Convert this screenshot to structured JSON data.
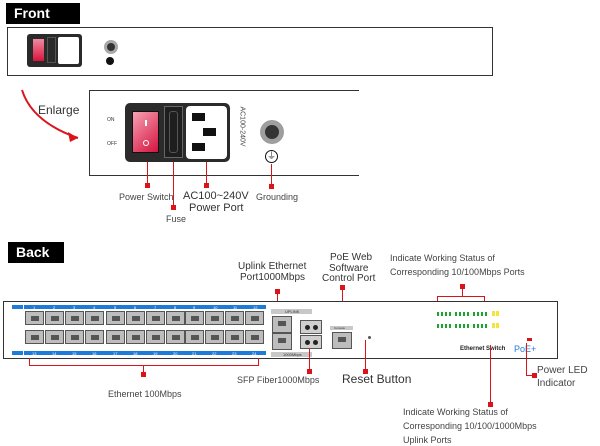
{
  "front": {
    "tag": "Front",
    "enlarge_label": "Enlarge",
    "switch_on": "ON",
    "switch_off": "OFF",
    "power_rating_vertical": "AC100-240V",
    "callouts": {
      "power_switch": "Power Switch",
      "fuse": "Fuse",
      "power_port_line1": "AC100~240V",
      "power_port_line2": "Power Port",
      "grounding": "Grounding"
    }
  },
  "back": {
    "tag": "Back",
    "callouts": {
      "uplink_line1": "Uplink Ethernet",
      "uplink_line2": "Port1000Mbps",
      "poe_web_line1": "PoE Web",
      "poe_web_line2": "Software",
      "poe_web_line3": "Control Port",
      "status_100_line1": "Indicate Working Status of",
      "status_100_line2": "Corresponding 10/100Mbps Ports",
      "ethernet_100": "Ethernet 100Mbps",
      "sfp_fiber": "SFP Fiber1000Mbps",
      "reset_button": "Reset Button",
      "power_led_line1": "Power LED",
      "power_led_line2": "Indicator",
      "status_1000_line1": "Indicate Working Status of",
      "status_1000_line2": "Corresponding 10/100/1000Mbps",
      "status_1000_line3": "Uplink Ports"
    },
    "port_numbers_top": [
      "1",
      "2",
      "3",
      "4",
      "5",
      "6",
      "7",
      "8",
      "9",
      "10",
      "11",
      "12"
    ],
    "port_numbers_bottom": [
      "13",
      "14",
      "15",
      "16",
      "17",
      "18",
      "19",
      "20",
      "21",
      "22",
      "23",
      "24"
    ],
    "poe_strip_label": "PoE",
    "uplink_strip_label": "UPLINK",
    "uplink_bottom_label": "1000Mbps",
    "console_label": "Console",
    "brand_text": "Ethernet Switch",
    "poe_logo": "PoE+"
  },
  "colors": {
    "accent_red": "#d9141b",
    "port_strip_blue": "#1e7bd8",
    "led_green": "#1aa52c",
    "led_yellow": "#f3e53a",
    "poe_logo_blue": "#1e7bd8"
  }
}
